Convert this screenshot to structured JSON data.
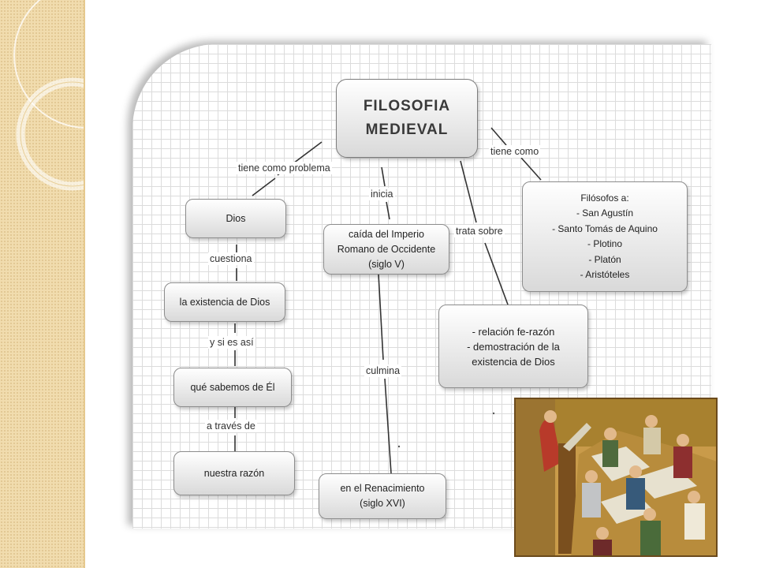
{
  "diagram": {
    "main_line1": "FILOSOFIA",
    "main_line2": "MEDIEVAL",
    "dios": "Dios",
    "existencia": "la existencia de Dios",
    "sabemos": "qué sabemos de Él",
    "razon": "nuestra razón",
    "caida": [
      "caída del Imperio",
      "Romano de Occidente",
      "(siglo V)"
    ],
    "renacimiento": [
      "en el Renacimiento",
      "(siglo XVI)"
    ],
    "topics": [
      "- relación fe-razón",
      "-  demostración de la",
      "existencia de Dios"
    ],
    "philosophers": [
      "Filósofos a:",
      "- San Agustín",
      "- Santo Tomás de Aquino",
      "- Plotino",
      "- Platón",
      "- Aristóteles"
    ]
  },
  "labels": {
    "tiene_problema": "tiene como problema",
    "cuestiona": "cuestiona",
    "si_es_asi": "y si es así",
    "a_traves": "a través de",
    "inicia": "inicia",
    "culmina": "culmina",
    "trata_sobre": "trata sobre",
    "tiene_como": "tiene como"
  },
  "colors": {
    "strip": "#f1dcae",
    "grid": "#dcdcdc",
    "node_border": "#8c8c8c",
    "edge": "#333333"
  }
}
